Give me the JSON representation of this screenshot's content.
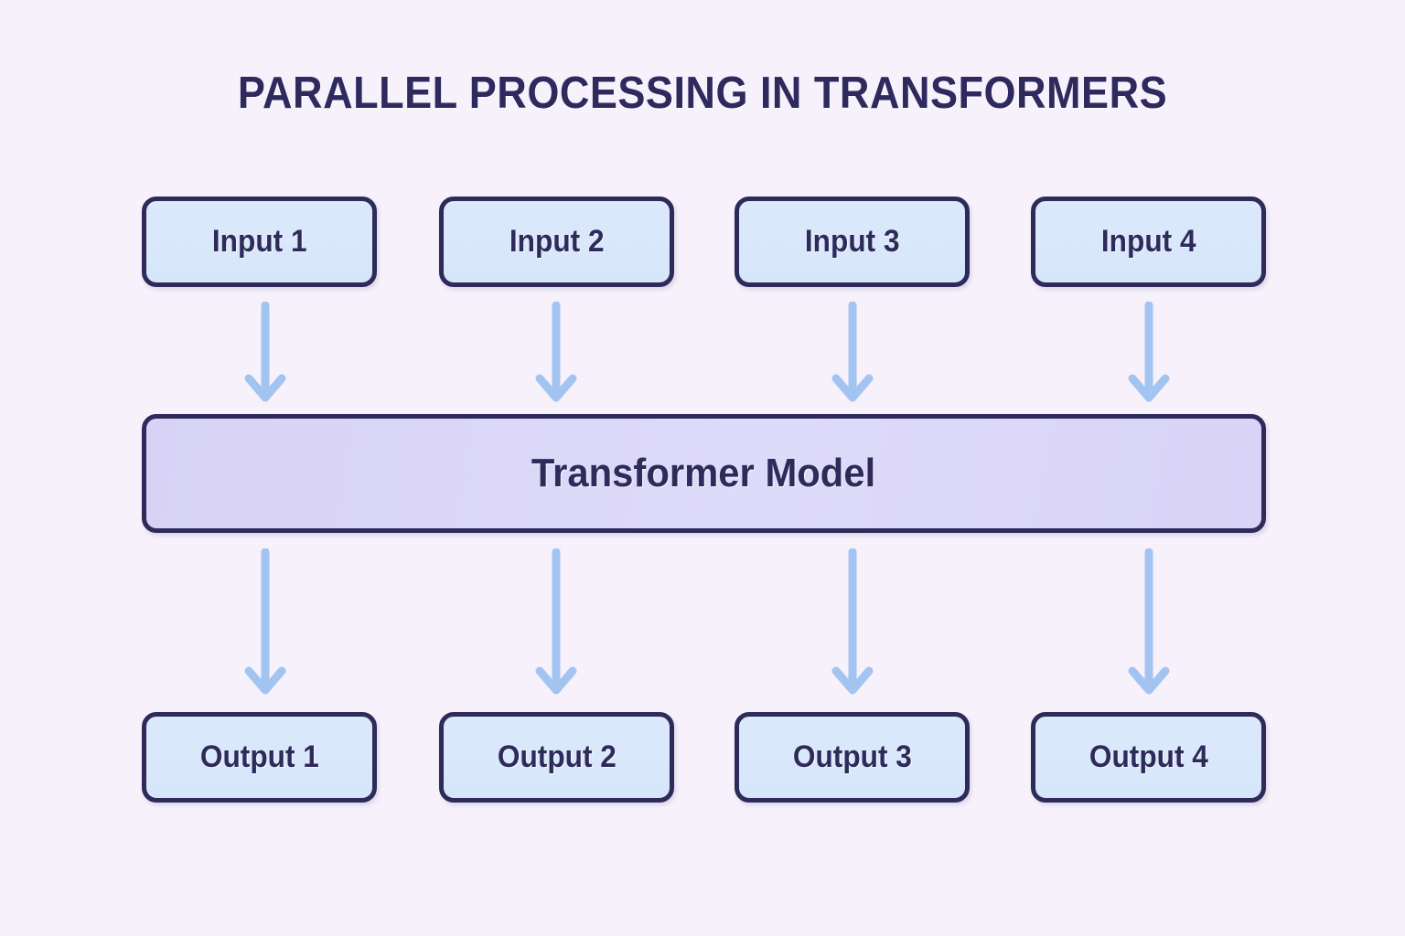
{
  "diagram": {
    "title": "PARALLEL PROCESSING IN TRANSFORMERS",
    "background_color": "#f6f1fb",
    "border_color": "#2e2a5a",
    "node_fill_color": "#dce9fb",
    "model_fill_color": "#dcd8f7",
    "arrow_color": "#a3c4f0",
    "text_color": "#2e2a5a",
    "inputs": [
      {
        "label": "Input 1"
      },
      {
        "label": "Input 2"
      },
      {
        "label": "Input 3"
      },
      {
        "label": "Input 4"
      }
    ],
    "model": {
      "label": "Transformer Model"
    },
    "outputs": [
      {
        "label": "Output 1"
      },
      {
        "label": "Output 2"
      },
      {
        "label": "Output 3"
      },
      {
        "label": "Output 4"
      }
    ],
    "arrows": {
      "input_to_model_count": 4,
      "model_to_output_count": 4,
      "direction": "down"
    }
  }
}
